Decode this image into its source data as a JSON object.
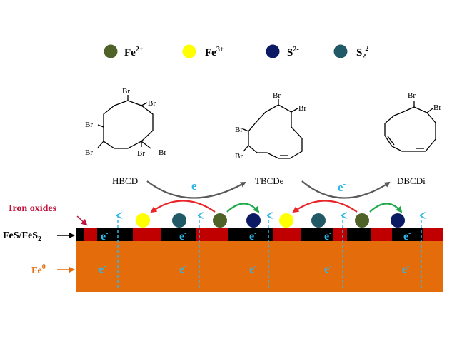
{
  "legend": [
    {
      "base": "Fe",
      "sup": "2+",
      "sub": "",
      "color": "#4f6228"
    },
    {
      "base": "Fe",
      "sup": "3+",
      "sub": "",
      "color": "#ffff00"
    },
    {
      "base": "S",
      "sup": "2-",
      "sub": "",
      "color": "#0c1a63"
    },
    {
      "base": "S",
      "sup": "2-",
      "sub": "2",
      "color": "#215967"
    }
  ],
  "atom_label": "Br",
  "molecules": [
    {
      "name": "HBCD"
    },
    {
      "name": "TBCDe"
    },
    {
      "name": "DBCDi"
    }
  ],
  "electron": {
    "base": "e",
    "sup": "-"
  },
  "layers": {
    "iron_oxides": "Iron oxides",
    "fes_base": "FeS/FeS",
    "fes_sub": "2",
    "fe0_base": "Fe",
    "fe0_sup": "0"
  },
  "colors": {
    "fe0": "#e46c0a",
    "fe0_label": "#e46c0a",
    "oxide_red": "#c00000",
    "oxide_label": "#c0143c",
    "fes_black": "#000000",
    "electron": "#31b6e7",
    "arrow_red": "#e8262a",
    "arrow_green": "#1fa84a",
    "arrow_gray": "#595959"
  }
}
